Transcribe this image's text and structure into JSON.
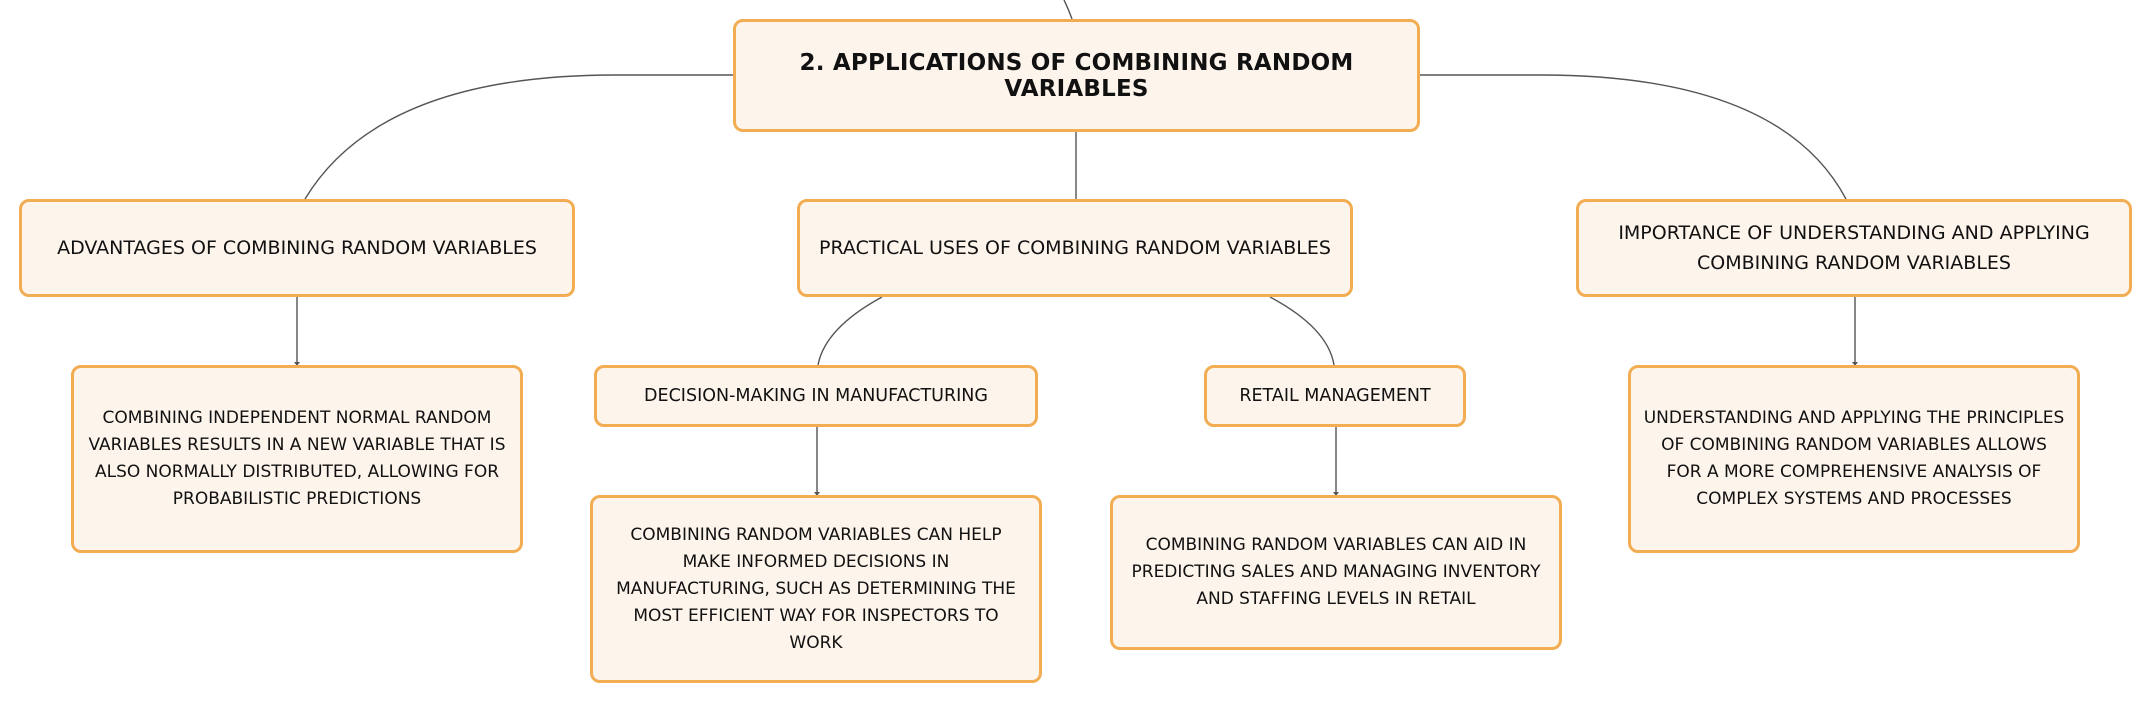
{
  "mindmap": {
    "root": {
      "label": "2. APPLICATIONS OF COMBINING RANDOM VARIABLES"
    },
    "branches": {
      "advantages": {
        "label": "ADVANTAGES OF COMBINING RANDOM VARIABLES",
        "detail": "COMBINING INDEPENDENT NORMAL RANDOM VARIABLES RESULTS IN A NEW VARIABLE THAT IS ALSO NORMALLY DISTRIBUTED, ALLOWING FOR PROBABILISTIC PREDICTIONS"
      },
      "practical": {
        "label": "PRACTICAL USES OF COMBINING RANDOM VARIABLES",
        "children": {
          "manufacturing": {
            "label": "DECISION-MAKING IN MANUFACTURING",
            "detail": "COMBINING RANDOM VARIABLES CAN HELP MAKE INFORMED DECISIONS IN MANUFACTURING, SUCH AS DETERMINING THE MOST EFFICIENT WAY FOR INSPECTORS TO WORK"
          },
          "retail": {
            "label": "RETAIL MANAGEMENT",
            "detail": "COMBINING RANDOM VARIABLES CAN AID IN PREDICTING SALES AND MANAGING INVENTORY AND STAFFING LEVELS IN RETAIL"
          }
        }
      },
      "importance": {
        "label": "IMPORTANCE OF UNDERSTANDING AND APPLYING COMBINING RANDOM VARIABLES",
        "detail": "UNDERSTANDING AND APPLYING THE PRINCIPLES OF COMBINING RANDOM VARIABLES ALLOWS FOR A MORE COMPREHENSIVE ANALYSIS OF COMPLEX SYSTEMS AND PROCESSES"
      }
    }
  },
  "colors": {
    "node_fill": "#fdf4ec",
    "node_border": "#f2ac52",
    "connector": "#555555",
    "text": "#111111"
  }
}
